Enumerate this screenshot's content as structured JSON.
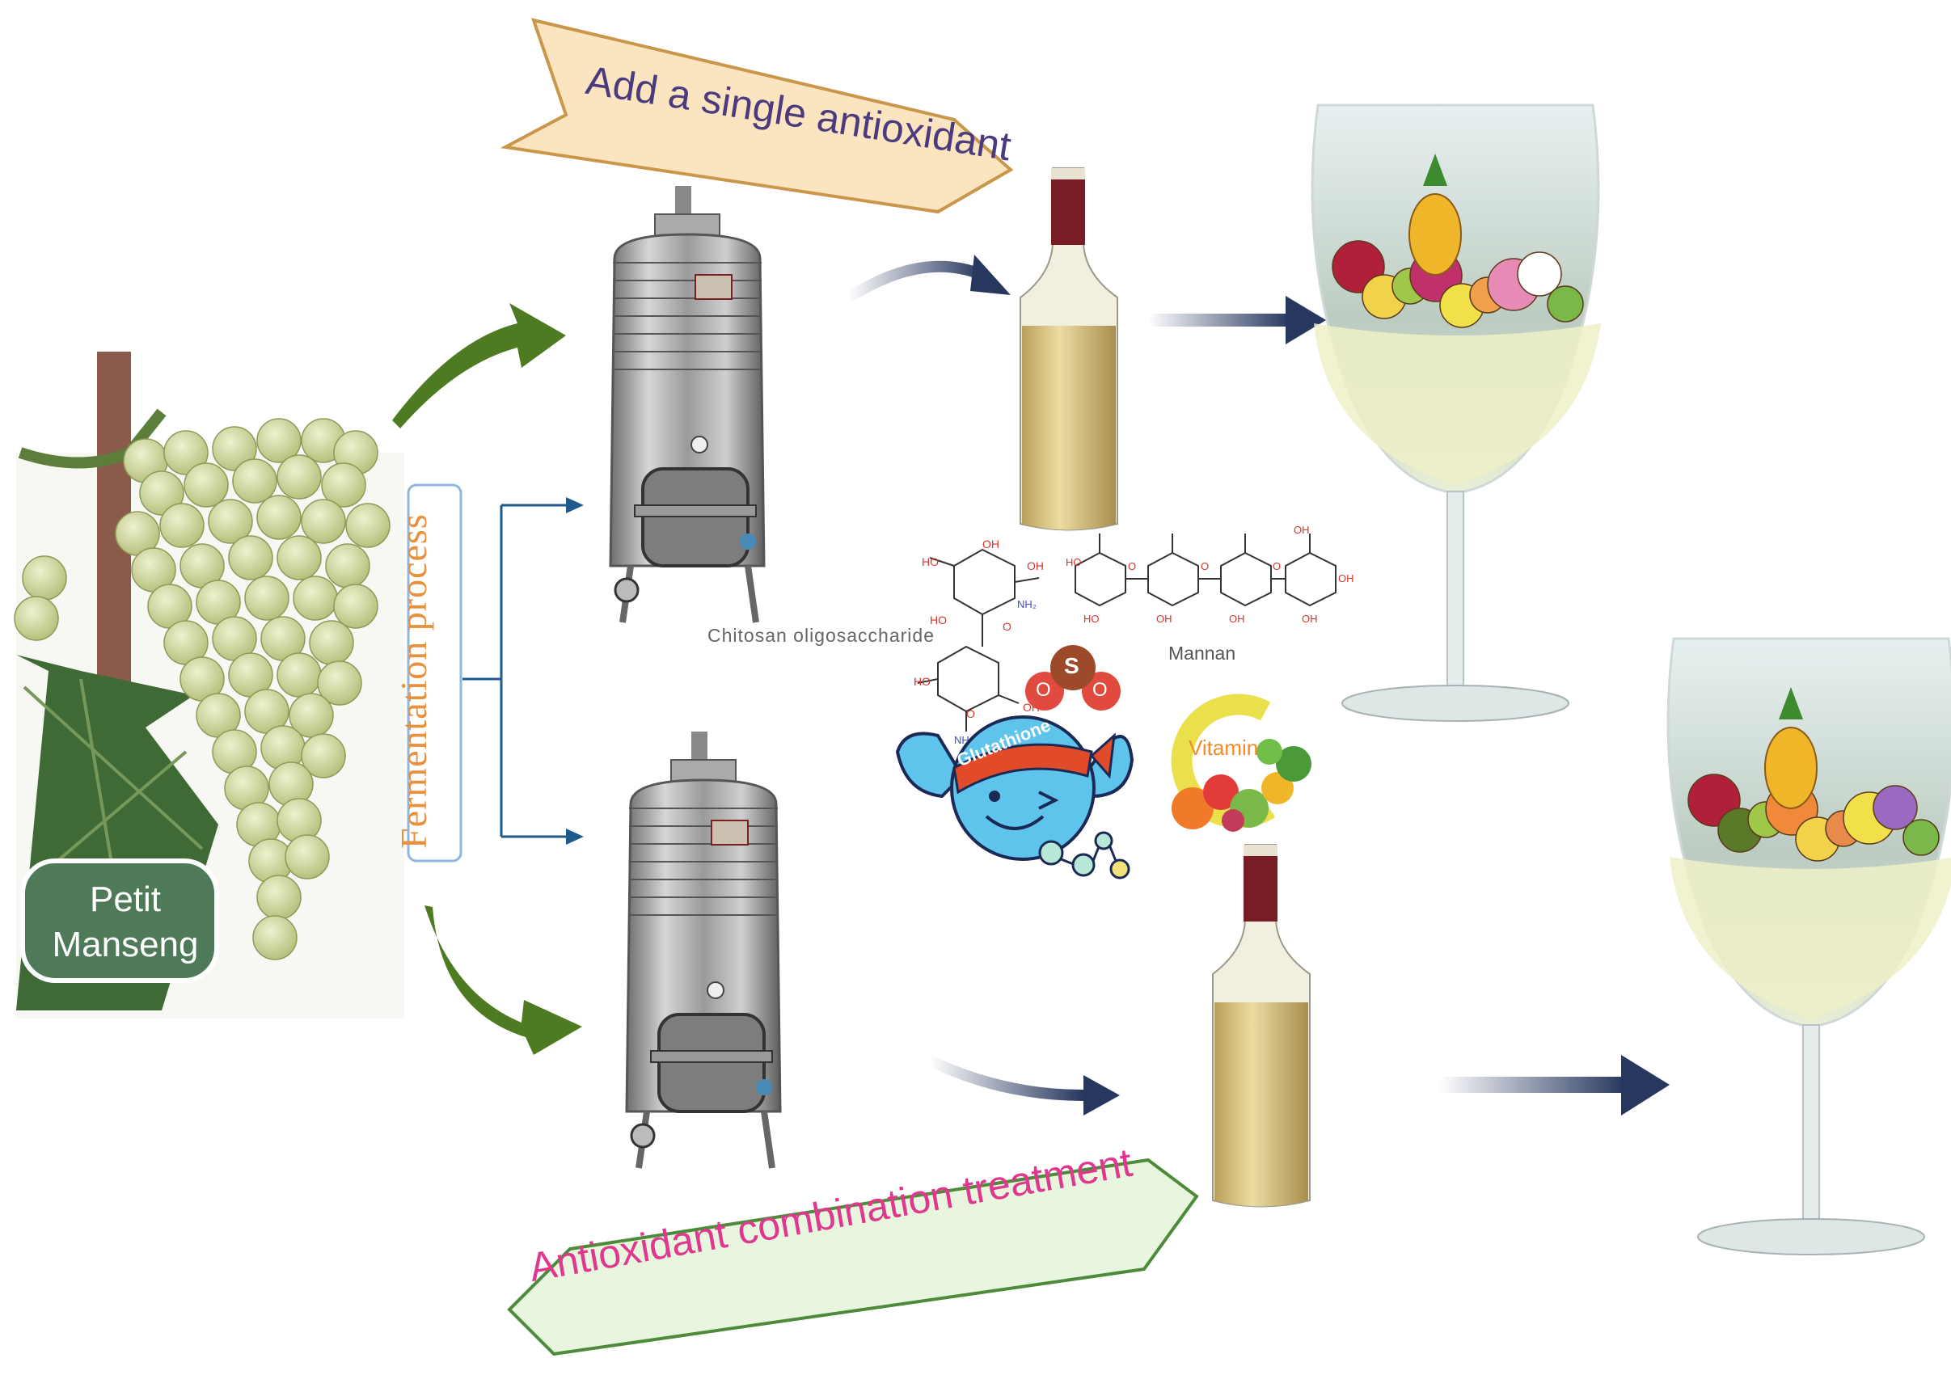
{
  "labels": {
    "single": "Add a single antioxidant",
    "combination": "Antioxidant combination treatment",
    "fermentation": "Fermentation process",
    "variety": "Petit Manseng",
    "chitosan": "Chitosan oligosaccharide",
    "mannan": "Mannan",
    "glutathione": "Glutathione",
    "vitamin": "Vitamin",
    "so2_s": "S",
    "so2_o1": "O",
    "so2_o2": "O"
  },
  "colors": {
    "green_arrow": "#4e7a22",
    "navy_arrow": "#27375e",
    "blue_connector": "#1f5a8c",
    "banner_top_fill": "#fbe5c1",
    "banner_top_stroke": "#c9964a",
    "banner_bottom_fill": "#e9f6df",
    "banner_bottom_stroke": "#4d8a3a",
    "grape_label": "#4e7a5a",
    "wine": "#e3d49a"
  },
  "icons": [
    "grape-cluster-icon",
    "fermentation-tank-icon",
    "wine-bottle-icon",
    "wine-glass-icon",
    "so2-molecule-icon",
    "glutathione-mascot-icon",
    "vitamin-c-icon",
    "fruit-cluster-icon"
  ]
}
